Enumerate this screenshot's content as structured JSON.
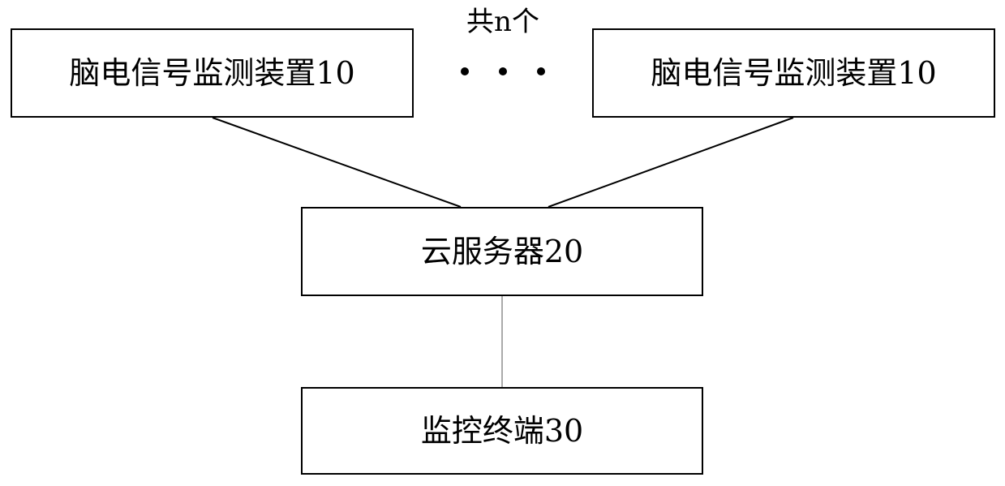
{
  "diagram": {
    "count_label": "共n个",
    "devices": [
      {
        "label": "脑电信号监测装置10"
      },
      {
        "label": "脑电信号监测装置10"
      }
    ],
    "cloud_server": {
      "label": "云服务器20"
    },
    "monitor_terminal": {
      "label": "监控终端30"
    }
  }
}
